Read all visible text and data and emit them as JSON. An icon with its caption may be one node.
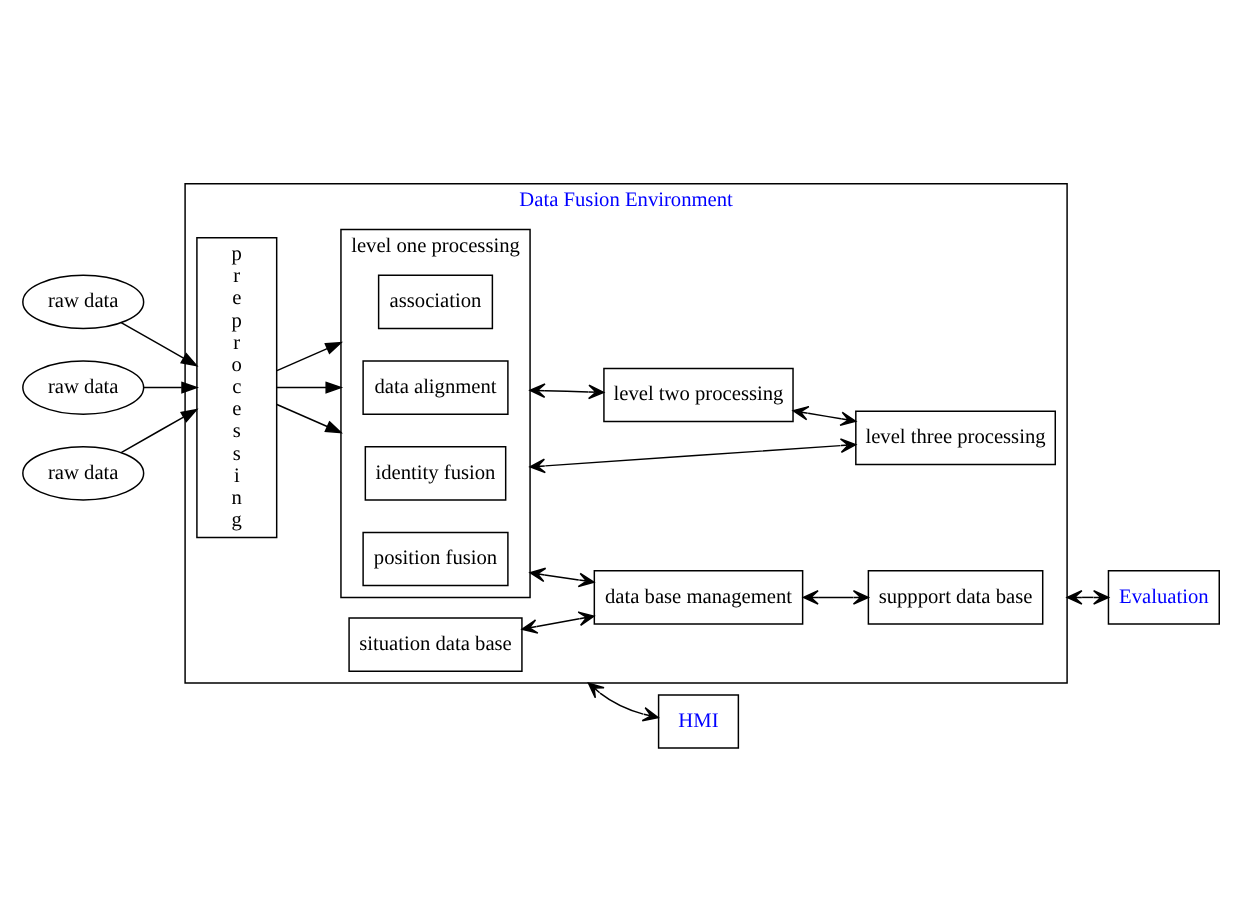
{
  "diagram": {
    "nodes": [
      {
        "text": [
          "Data Fusion Environment"
        ]
      },
      {
        "text": [
          "raw data"
        ]
      },
      {
        "text": [
          "raw data"
        ]
      },
      {
        "text": [
          "raw data"
        ]
      },
      {
        "text": [
          "preprocessing"
        ],
        "in": 0
      },
      {
        "text": [
          "level one processing"
        ],
        "in": 0
      },
      {
        "text": [
          "data alignment"
        ],
        "in": 5
      },
      {
        "text": [
          "association"
        ],
        "in": 5
      },
      {
        "text": [
          "position fusion"
        ],
        "in": 5
      },
      {
        "text": [
          "identity fusion"
        ],
        "in": 5
      },
      {
        "text": [
          "level two processing"
        ],
        "in": 0
      },
      {
        "text": [
          "level three processing"
        ],
        "in": 0
      },
      {
        "text": [
          "situation data base"
        ],
        "in": 0
      },
      {
        "text": [
          "data base management"
        ],
        "in": 0
      },
      {
        "text": [
          "suppport data base"
        ],
        "in": 0
      },
      {
        "text": [
          "HMI"
        ]
      },
      {
        "text": [
          "Evaluation"
        ]
      }
    ],
    "edges": [
      {
        "from": 1,
        "to": 4,
        "arrow": "to"
      },
      {
        "from": 2,
        "to": 4,
        "arrow": "to"
      },
      {
        "from": 3,
        "to": 4,
        "arrow": "to"
      },
      {
        "from": 4,
        "to": 5,
        "arrow": "to"
      },
      {
        "from": 4,
        "to": 5,
        "arrow": "to"
      },
      {
        "from": 4,
        "to": 5,
        "arrow": "to"
      },
      {
        "from": 5,
        "to": 10,
        "arrow": "both"
      },
      {
        "from": 5,
        "to": 11,
        "arrow": "both"
      },
      {
        "from": 10,
        "to": 11,
        "arrow": "both"
      },
      {
        "from": 5,
        "to": 13,
        "arrow": "both"
      },
      {
        "from": 12,
        "to": 13,
        "arrow": "both"
      },
      {
        "from": 13,
        "to": 14,
        "arrow": "both"
      },
      {
        "from": 0,
        "to": 15,
        "arrow": "both"
      },
      {
        "from": 0,
        "to": 16,
        "arrow": "both"
      }
    ]
  }
}
